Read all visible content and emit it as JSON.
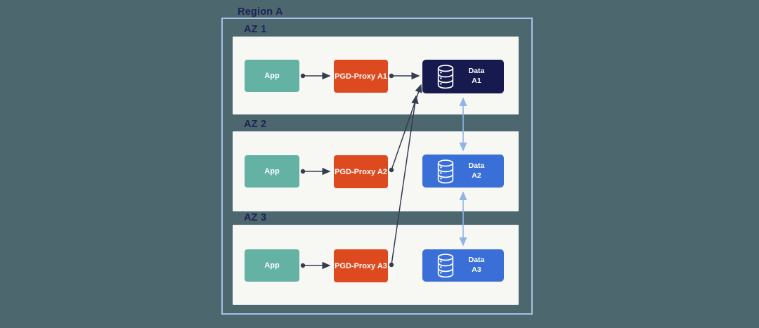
{
  "region": {
    "label": "Region A"
  },
  "zones": [
    {
      "label": "AZ 1",
      "app_label": "App",
      "proxy_label": "PGD-Proxy A1",
      "data_label_line1": "Data",
      "data_label_line2": "A1"
    },
    {
      "label": "AZ 2",
      "app_label": "App",
      "proxy_label": "PGD-Proxy A2",
      "data_label_line1": "Data",
      "data_label_line2": "A2"
    },
    {
      "label": "AZ 3",
      "app_label": "App",
      "proxy_label": "PGD-Proxy A3",
      "data_label_line1": "Data",
      "data_label_line2": "A3"
    }
  ],
  "icons": {
    "database": "database-icon"
  },
  "colors": {
    "bg": "#4c676d",
    "region_border": "#a9c0e8",
    "panel_bg": "#f7f7f4",
    "label_text": "#1e2357",
    "app_node": "#63b2a4",
    "proxy_node": "#de4a1f",
    "data_node_primary": "#161a4e",
    "data_node_replica": "#3a6fd7",
    "arrow_dark": "#363b52",
    "arrow_light": "#8fb4e8",
    "node_text": "#ffffff"
  }
}
